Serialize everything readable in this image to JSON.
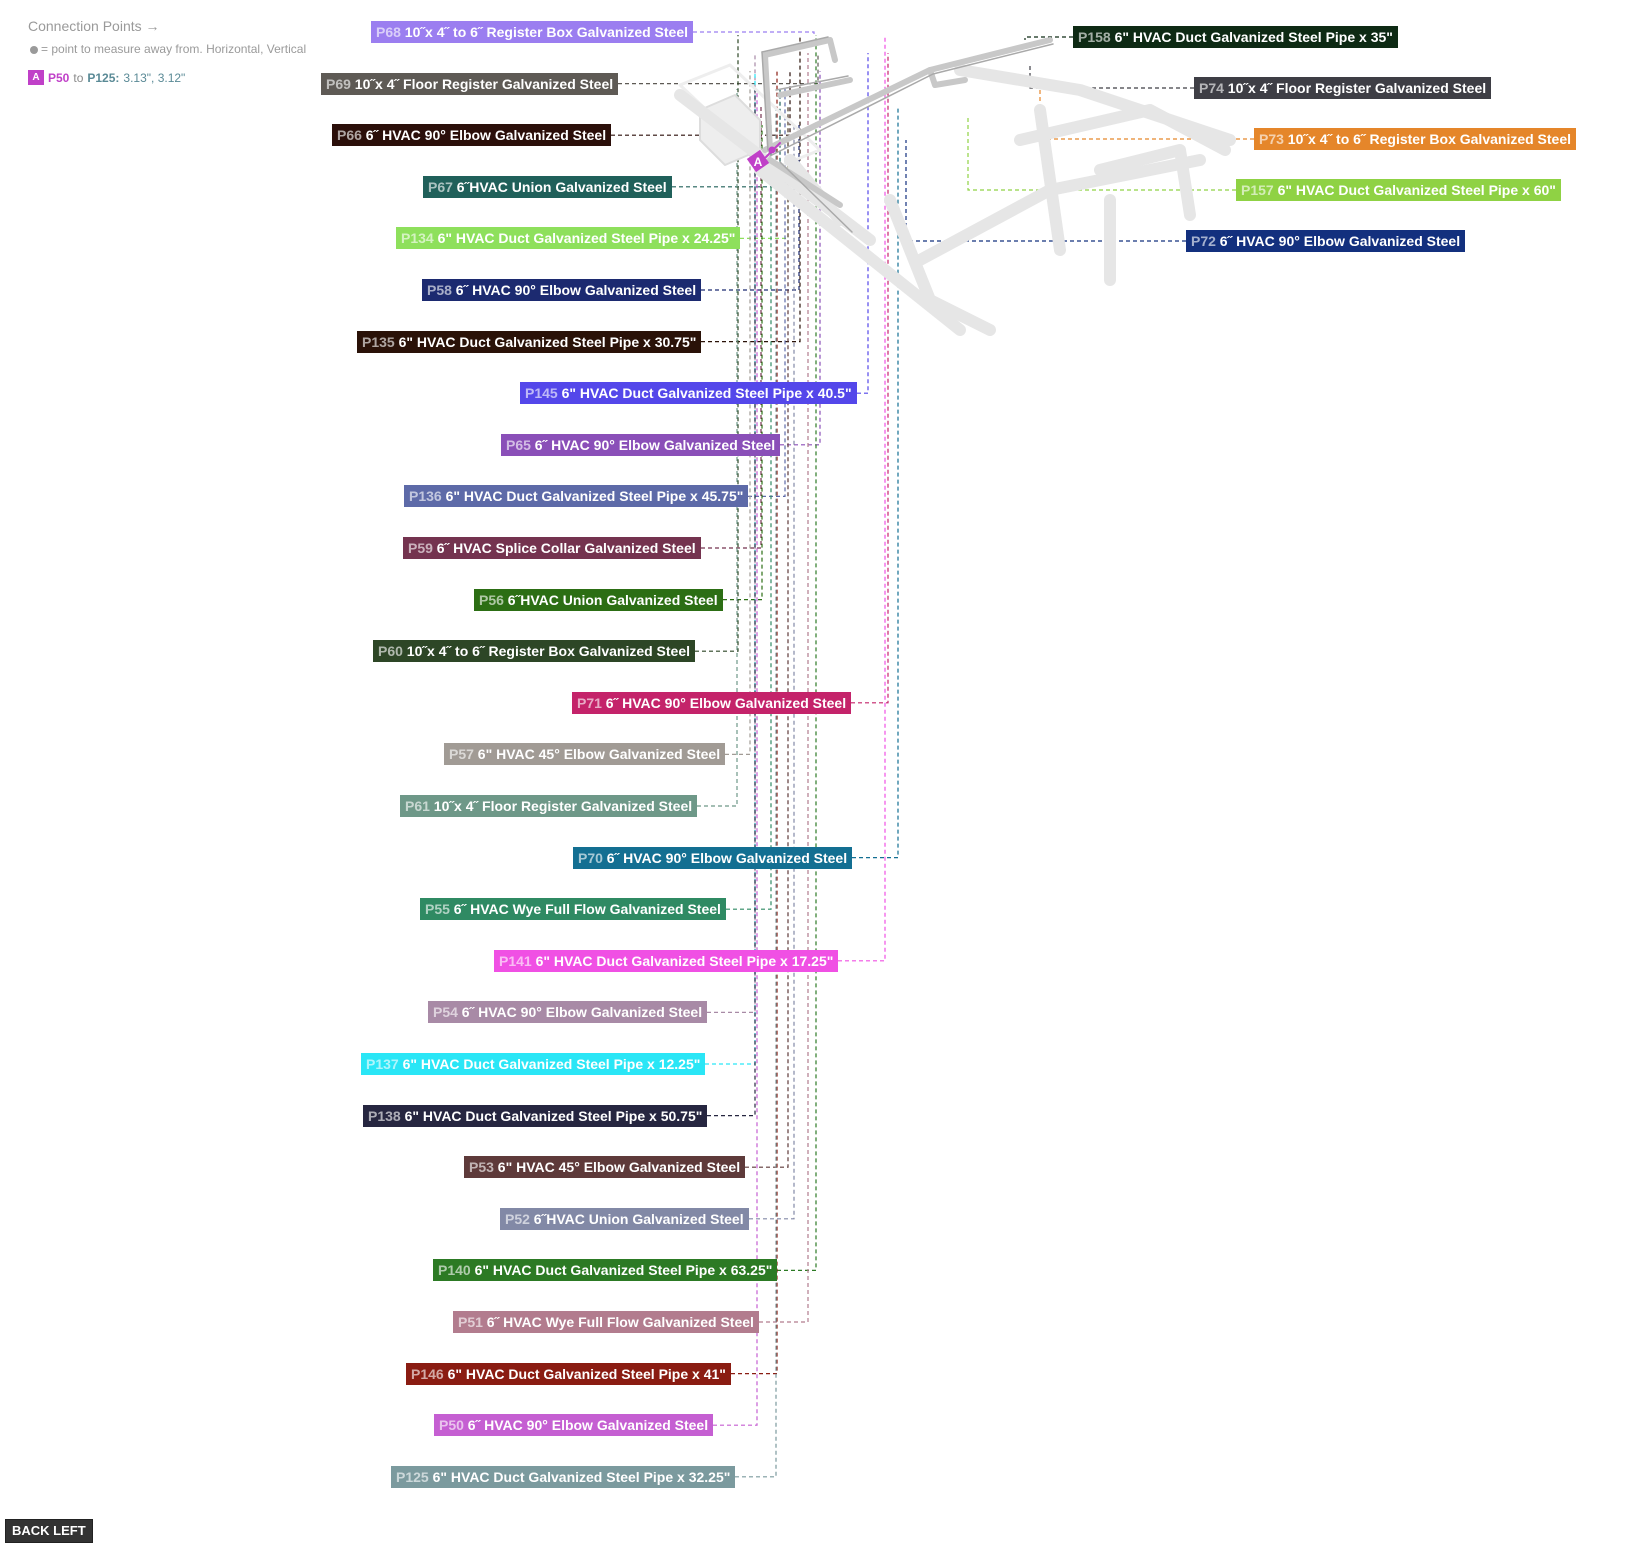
{
  "header": {
    "title": "Connection Points →",
    "legend": "= point to measure away from. Horizontal, Vertical",
    "measure": {
      "badge": "A",
      "from_part": "P50",
      "to_word": "to",
      "to_part": "P125",
      "distance": "3.13\", 3.12\""
    }
  },
  "labels": [
    {
      "id": "P68",
      "text": "10˝x 4˝ to 6˝ Register Box Galvanized Steel",
      "color": "#9b7ef0"
    },
    {
      "id": "P69",
      "text": "10˝x 4˝ Floor Register Galvanized Steel",
      "color": "#5e5a55"
    },
    {
      "id": "P66",
      "text": "6˝ HVAC 90° Elbow Galvanized Steel",
      "color": "#2b0f0a"
    },
    {
      "id": "P67",
      "text": "6˝HVAC Union Galvanized Steel",
      "color": "#20605a"
    },
    {
      "id": "P134",
      "text": "6\" HVAC Duct Galvanized Steel Pipe x 24.25\"",
      "color": "#8ee05c"
    },
    {
      "id": "P58",
      "text": "6˝ HVAC 90° Elbow Galvanized Steel",
      "color": "#1c2a70"
    },
    {
      "id": "P135",
      "text": "6\" HVAC Duct Galvanized Steel Pipe x 30.75\"",
      "color": "#2a1208"
    },
    {
      "id": "P145",
      "text": "6\" HVAC Duct Galvanized Steel Pipe x 40.5\"",
      "color": "#5447ea"
    },
    {
      "id": "P65",
      "text": "6˝ HVAC 90° Elbow Galvanized Steel",
      "color": "#8a4fb8"
    },
    {
      "id": "P136",
      "text": "6\" HVAC Duct Galvanized Steel Pipe x 45.75\"",
      "color": "#5d6aa8"
    },
    {
      "id": "P59",
      "text": "6˝ HVAC Splice Collar Galvanized Steel",
      "color": "#74334f"
    },
    {
      "id": "P56",
      "text": "6˝HVAC Union Galvanized Steel",
      "color": "#2c6e14"
    },
    {
      "id": "P60",
      "text": "10˝x 4˝ to 6˝ Register Box Galvanized Steel",
      "color": "#2d4626"
    },
    {
      "id": "P71",
      "text": "6˝ HVAC 90° Elbow Galvanized Steel",
      "color": "#c4236a"
    },
    {
      "id": "P57",
      "text": "6\" HVAC 45° Elbow Galvanized Steel",
      "color": "#a19b95"
    },
    {
      "id": "P61",
      "text": "10˝x 4˝ Floor Register Galvanized Steel",
      "color": "#6e9888"
    },
    {
      "id": "P70",
      "text": "6˝ HVAC 90° Elbow Galvanized Steel",
      "color": "#136f92"
    },
    {
      "id": "P55",
      "text": "6˝ HVAC Wye Full Flow Galvanized Steel",
      "color": "#2f8a63"
    },
    {
      "id": "P141",
      "text": "6\" HVAC Duct Galvanized Steel Pipe x 17.25\"",
      "color": "#f050e4"
    },
    {
      "id": "P54",
      "text": "6˝ HVAC 90° Elbow Galvanized Steel",
      "color": "#a88aa6"
    },
    {
      "id": "P137",
      "text": "6\" HVAC Duct Galvanized Steel Pipe x 12.25\"",
      "color": "#2ae6f6"
    },
    {
      "id": "P138",
      "text": "6\" HVAC Duct Galvanized Steel Pipe x 50.75\"",
      "color": "#262640"
    },
    {
      "id": "P53",
      "text": "6\" HVAC 45° Elbow Galvanized Steel",
      "color": "#5e3a3a"
    },
    {
      "id": "P52",
      "text": "6˝HVAC Union Galvanized Steel",
      "color": "#8289a6"
    },
    {
      "id": "P140",
      "text": "6\" HVAC Duct Galvanized Steel Pipe x 63.25\"",
      "color": "#2c7a24"
    },
    {
      "id": "P51",
      "text": "6˝ HVAC Wye Full Flow Galvanized Steel",
      "color": "#b27c8e"
    },
    {
      "id": "P146",
      "text": "6\" HVAC Duct Galvanized Steel Pipe x 41\"",
      "color": "#8a1c12"
    },
    {
      "id": "P50",
      "text": "6˝ HVAC 90° Elbow Galvanized Steel",
      "color": "#c55fd2"
    },
    {
      "id": "P125",
      "text": "6\" HVAC Duct Galvanized Steel Pipe x 32.25\"",
      "color": "#7b9a9e"
    },
    {
      "id": "P158",
      "text": "6\" HVAC Duct Galvanized Steel Pipe x 35\"",
      "color": "#0e2a14"
    },
    {
      "id": "P74",
      "text": "10˝x 4˝ Floor Register Galvanized Steel",
      "color": "#3e3e45"
    },
    {
      "id": "P73",
      "text": "10˝x 4˝ to 6˝ Register Box Galvanized Steel",
      "color": "#e5862a"
    },
    {
      "id": "P157",
      "text": "6\" HVAC Duct Galvanized Steel Pipe x 60\"",
      "color": "#8fd244"
    },
    {
      "id": "P72",
      "text": "6˝ HVAC 90° Elbow Galvanized Steel",
      "color": "#13307e"
    }
  ],
  "marker": {
    "badge": "A",
    "color": "#c040c8"
  },
  "back_button": "BACK LEFT"
}
